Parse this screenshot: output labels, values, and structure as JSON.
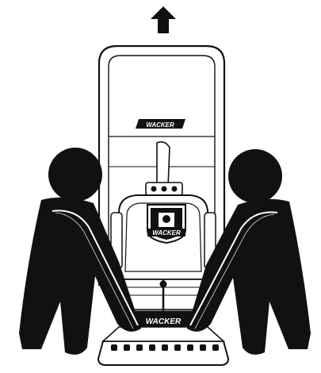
{
  "illustration": {
    "brand_logo_text": "WACKER",
    "base_plate_text": "WACKER",
    "direction_indicator": "up-arrow-icon",
    "people_count": 2,
    "colors": {
      "ink": "#111111",
      "paper": "#ffffff"
    }
  }
}
